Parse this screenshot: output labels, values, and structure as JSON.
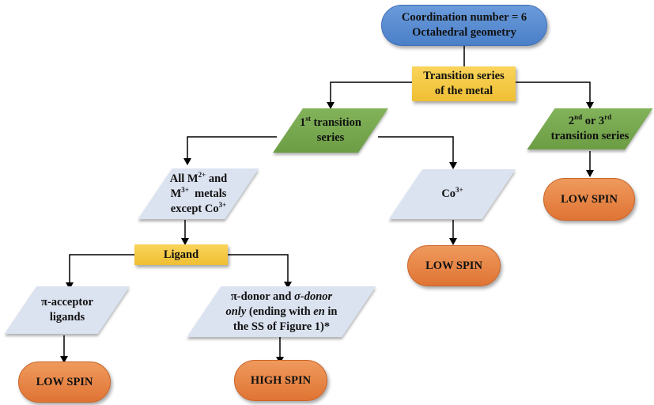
{
  "diagram": {
    "title_node": {
      "line1": "Coordination number = 6",
      "line2": "Octahedral geometry"
    },
    "transition_node": {
      "line1": "Transition series",
      "line2": "of the metal"
    },
    "first_series": {
      "sup": "st",
      "pre": "1",
      "rest": " transition",
      "line2": "series"
    },
    "second_third_series": {
      "a": "2",
      "a_sup": "nd",
      "mid": " or 3",
      "b_sup": "rd",
      "line2": "transition series"
    },
    "all_metals": {
      "l1a": "All M",
      "l1sup": "2+",
      "l1b": " and",
      "l2a": "M",
      "l2sup": "3+",
      "l2b": "  metals",
      "l3a": "except Co",
      "l3sup": "3+"
    },
    "co3": {
      "text": "Co",
      "sup": "3+"
    },
    "ligand": "Ligand",
    "pi_acceptor": {
      "line1": "π-acceptor",
      "line2": "ligands"
    },
    "pi_donor": {
      "l1a": "π-donor and ",
      "l1i": "σ-donor",
      "l2i": "only",
      "l2a": " (ending with ",
      "l2i2": "en",
      "l2b": " in",
      "l3": "the SS of Figure 1)*"
    },
    "outcomes": {
      "second_third": "LOW SPIN",
      "co3": "LOW SPIN",
      "pi_acceptor": "LOW SPIN",
      "pi_donor": "HIGH SPIN"
    },
    "colors": {
      "blue": "#5a8ed2",
      "yellow": "#f5c842",
      "green": "#76a84e",
      "lavender": "#dbe2f0",
      "orange": "#e5834a"
    }
  }
}
